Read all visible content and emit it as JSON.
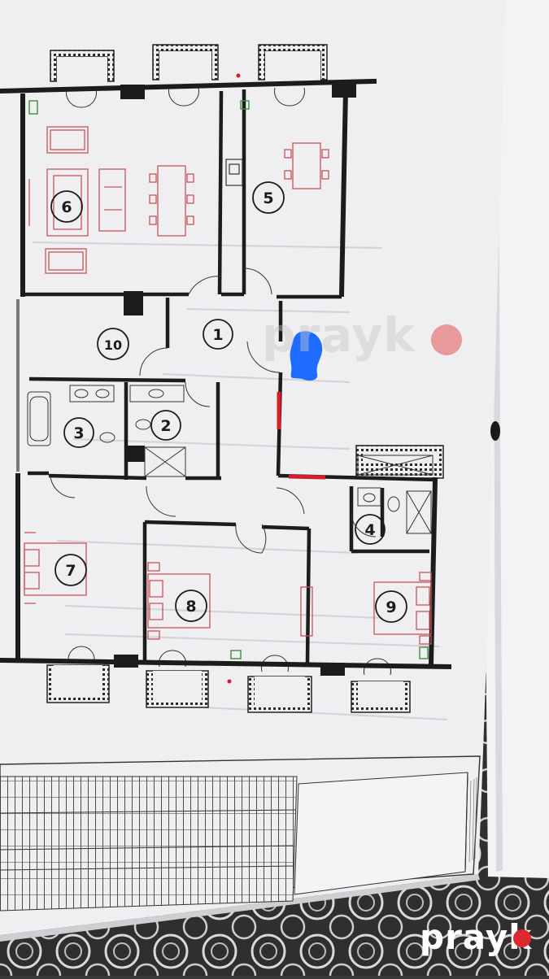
{
  "watermark": {
    "text": "prayk",
    "accent": "#e0262e"
  },
  "rooms": [
    {
      "id": "room-1",
      "number": "1"
    },
    {
      "id": "room-2",
      "number": "2"
    },
    {
      "id": "room-3",
      "number": "3"
    },
    {
      "id": "room-4",
      "number": "4"
    },
    {
      "id": "room-5",
      "number": "5"
    },
    {
      "id": "room-6",
      "number": "6"
    },
    {
      "id": "room-7",
      "number": "7"
    },
    {
      "id": "room-8",
      "number": "8"
    },
    {
      "id": "room-9",
      "number": "9"
    },
    {
      "id": "room-10",
      "number": "10"
    }
  ],
  "colors": {
    "wall": "#1c1c1c",
    "furniture": "#c9545a",
    "paper": "#efeff1",
    "redact": "#1e6bff"
  }
}
